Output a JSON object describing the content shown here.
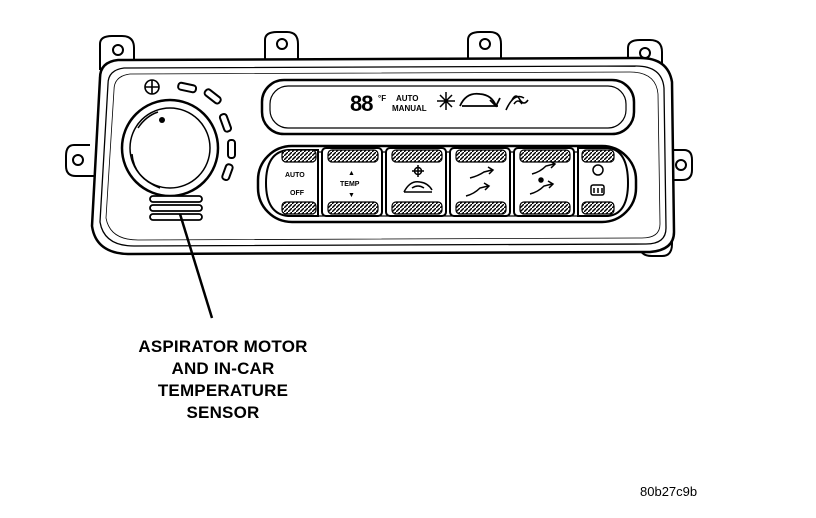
{
  "display": {
    "digits": "88",
    "unit": "°F",
    "auto_label": "AUTO",
    "manual_label": "MANUAL"
  },
  "buttons": {
    "auto_off": {
      "top_label": "AUTO",
      "bottom_label": "OFF"
    },
    "temp": {
      "label": "TEMP",
      "up_symbol": "▲",
      "down_symbol": "▼"
    }
  },
  "callout": {
    "lines": [
      "ASPIRATOR MOTOR",
      "AND IN-CAR",
      "TEMPERATURE",
      "SENSOR"
    ]
  },
  "figure_id": "80b27c9b",
  "icons": [
    "fan-icon",
    "snowflake-icon",
    "recirculation-icon",
    "defrost-icon",
    "panel-vent-icon",
    "floor-icon",
    "rear-defrost-icon"
  ]
}
